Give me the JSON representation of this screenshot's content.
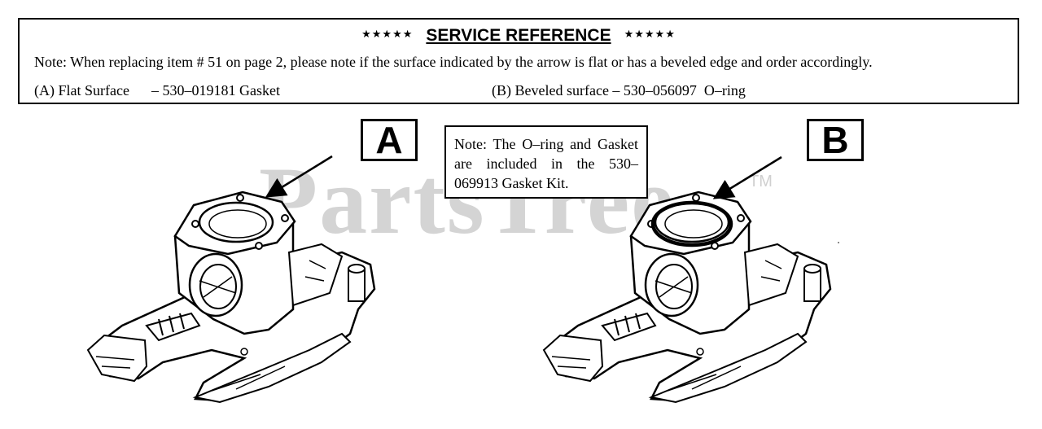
{
  "header": {
    "stars_left": "★★★★★",
    "title": "SERVICE REFERENCE",
    "stars_right": "★★★★★",
    "note": "Note: When replacing item # 51 on page 2, please note if the surface indicated by the arrow is flat or has a beveled edge and order accordingly.",
    "option_a": "(A) Flat Surface      – 530–019181 Gasket",
    "option_b": "(B) Beveled surface – 530–056097  O–ring"
  },
  "diagram": {
    "label_a": "A",
    "label_b": "B",
    "note": "Note: The O–ring and Gasket are included in the 530–069913 Gasket Kit.",
    "watermark": "PartsTree",
    "trademark": "TM"
  }
}
